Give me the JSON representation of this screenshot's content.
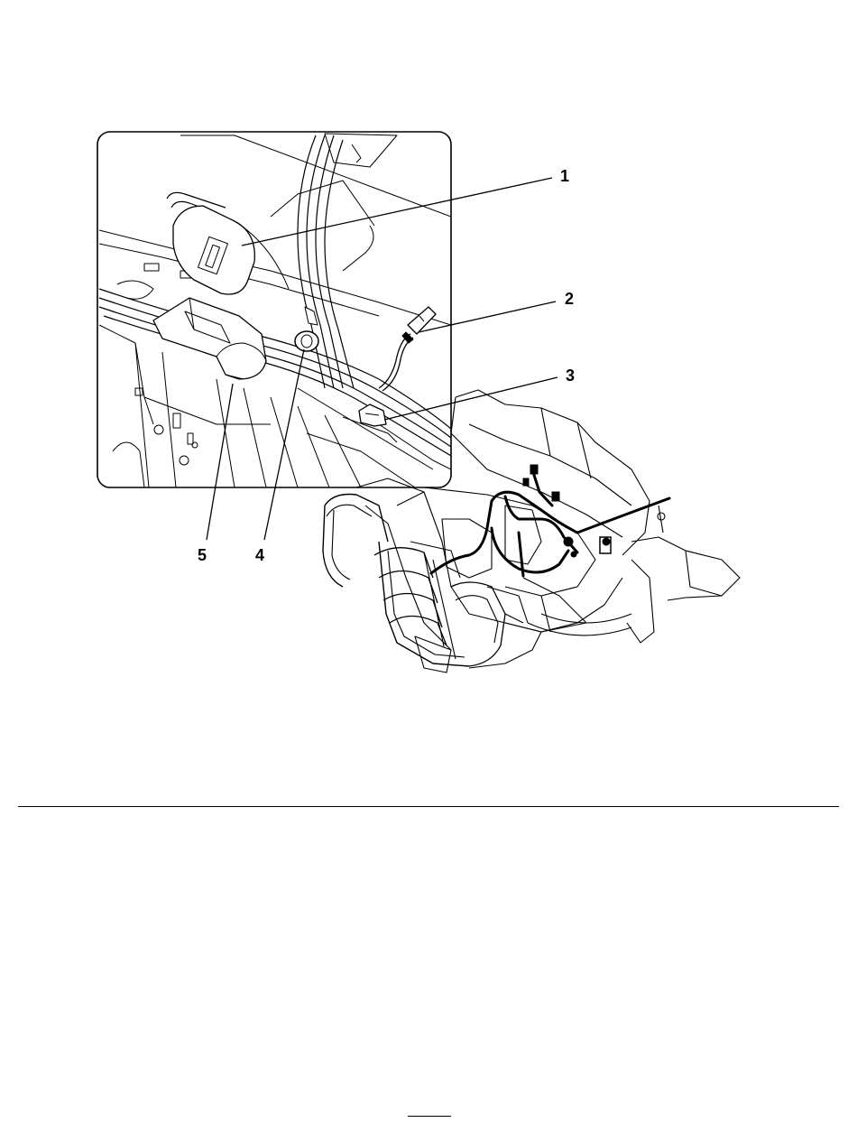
{
  "figure": {
    "callouts": [
      {
        "id": 1,
        "label": "1"
      },
      {
        "id": 2,
        "label": "2"
      },
      {
        "id": 3,
        "label": "3"
      },
      {
        "id": 4,
        "label": "4"
      },
      {
        "id": 5,
        "label": "5"
      }
    ],
    "ink_color": "#000000",
    "background_color": "#ffffff"
  }
}
